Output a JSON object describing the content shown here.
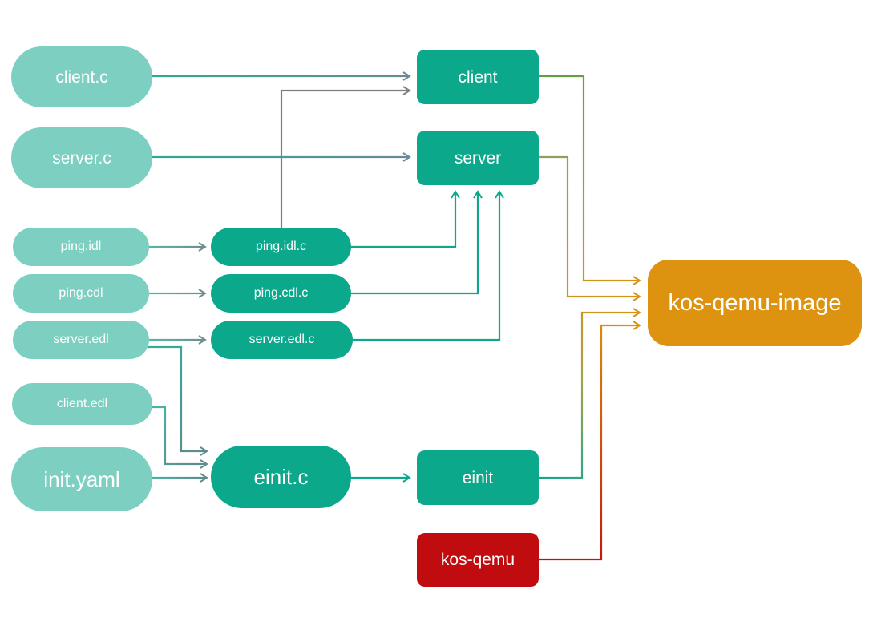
{
  "diagram": {
    "nodes": {
      "client_c": {
        "label": "client.c",
        "kind": "source"
      },
      "server_c": {
        "label": "server.c",
        "kind": "source"
      },
      "ping_idl": {
        "label": "ping.idl",
        "kind": "source"
      },
      "ping_cdl": {
        "label": "ping.cdl",
        "kind": "source"
      },
      "server_edl": {
        "label": "server.edl",
        "kind": "source"
      },
      "client_edl": {
        "label": "client.edl",
        "kind": "source"
      },
      "init_yaml": {
        "label": "init.yaml",
        "kind": "source"
      },
      "ping_idl_c": {
        "label": "ping.idl.c",
        "kind": "generated"
      },
      "ping_cdl_c": {
        "label": "ping.cdl.c",
        "kind": "generated"
      },
      "server_edl_c": {
        "label": "server.edl.c",
        "kind": "generated"
      },
      "einit_c": {
        "label": "einit.c",
        "kind": "generated"
      },
      "client": {
        "label": "client",
        "kind": "binary"
      },
      "server": {
        "label": "server",
        "kind": "binary"
      },
      "einit": {
        "label": "einit",
        "kind": "binary"
      },
      "kos_qemu": {
        "label": "kos-qemu",
        "kind": "tool"
      },
      "kos_qemu_image": {
        "label": "kos-qemu-image",
        "kind": "image"
      }
    },
    "edges": [
      {
        "from": "client.c",
        "to": "client"
      },
      {
        "from": "server.c",
        "to": "server"
      },
      {
        "from": "ping.idl.c",
        "to": "client"
      },
      {
        "from": "ping.idl",
        "to": "ping.idl.c"
      },
      {
        "from": "ping.cdl",
        "to": "ping.cdl.c"
      },
      {
        "from": "server.edl",
        "to": "server.edl.c"
      },
      {
        "from": "ping.idl.c",
        "to": "server"
      },
      {
        "from": "ping.cdl.c",
        "to": "server"
      },
      {
        "from": "server.edl.c",
        "to": "server"
      },
      {
        "from": "server.edl",
        "to": "einit.c"
      },
      {
        "from": "client.edl",
        "to": "einit.c"
      },
      {
        "from": "init.yaml",
        "to": "einit.c"
      },
      {
        "from": "einit.c",
        "to": "einit"
      },
      {
        "from": "client",
        "to": "kos-qemu-image"
      },
      {
        "from": "server",
        "to": "kos-qemu-image"
      },
      {
        "from": "einit",
        "to": "kos-qemu-image"
      },
      {
        "from": "kos-qemu",
        "to": "kos-qemu-image"
      }
    ],
    "colors": {
      "source_node": "#7dd0c1",
      "generated_node": "#0ba88c",
      "binary_node": "#0ba88c",
      "tool_node": "#c00c0e",
      "image_node": "#dd930f",
      "label_text": "#ffffff",
      "arrow_gray": "#7f7f7f",
      "arrow_steel": "#6a8a94",
      "arrow_slate": "#6f8d8d",
      "arrow_teal": "#0fa78c",
      "arrow_gold": "#d89214",
      "arrow_green": "#5f9e45",
      "arrow_red": "#c00d0d"
    }
  }
}
